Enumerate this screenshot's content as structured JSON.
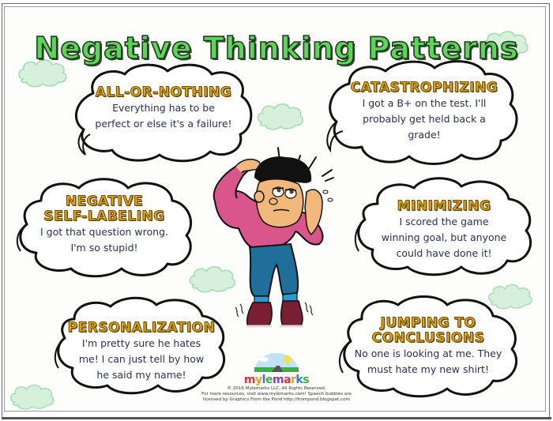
{
  "title": "Negative Thinking Patterns",
  "colors": {
    "title_fill": "#5fd35a",
    "heading_fill": "#e3a80c",
    "body_text": "#2a2f55",
    "deco_cloud_fill": "#d6f0dc",
    "deco_cloud_stroke": "#9fdcaf",
    "shirt": "#d9558c",
    "pants": "#1f6f9a"
  },
  "bubbles": [
    {
      "id": "all-or-nothing",
      "heading_lines": [
        "ALL-OR-NOTHING"
      ],
      "text_lines": [
        "Everything has to be",
        "perfect or else it's a failure!"
      ]
    },
    {
      "id": "catastrophizing",
      "heading_lines": [
        "CATASTROPHIZING"
      ],
      "text_lines": [
        "I got a B+ on the test. I'll",
        "probably get held back a",
        "grade!"
      ]
    },
    {
      "id": "negative-self-labeling",
      "heading_lines": [
        "NEGATIVE",
        "SELF-LABELING"
      ],
      "text_lines": [
        "I got that question wrong.",
        "I'm so stupid!"
      ]
    },
    {
      "id": "minimizing",
      "heading_lines": [
        "MINIMIZING"
      ],
      "text_lines": [
        "I scored the game",
        "winning goal, but anyone",
        "could have done it!"
      ]
    },
    {
      "id": "personalization",
      "heading_lines": [
        "PERSONALIZATION"
      ],
      "text_lines": [
        "I'm pretty sure he hates",
        "me! I can just tell by how",
        "he said my name!"
      ]
    },
    {
      "id": "jumping-to-conclusions",
      "heading_lines": [
        "JUMPING TO",
        "CONCLUSIONS"
      ],
      "text_lines": [
        "No one is looking at me. They",
        "must hate my new shirt!"
      ]
    }
  ],
  "footer": {
    "logo_letters": [
      {
        "ch": "m",
        "color": "#e5322d"
      },
      {
        "ch": "y",
        "color": "#f29a1f"
      },
      {
        "ch": "l",
        "color": "#2e7bd6"
      },
      {
        "ch": "e",
        "color": "#3cb043"
      },
      {
        "ch": "m",
        "color": "#8a3fb8"
      },
      {
        "ch": "a",
        "color": "#e5322d"
      },
      {
        "ch": "r",
        "color": "#f29a1f"
      },
      {
        "ch": "k",
        "color": "#2e7bd6"
      },
      {
        "ch": "s",
        "color": "#3cb043"
      }
    ],
    "logo_text": "mylemarks",
    "copyright_line1": "© 2016 Mylemarks LLC. All Rights Reserved.",
    "copyright_line2": "For more resources, visit www.mylemarks.com! Speech bubbles are",
    "copyright_line3": "licensed by Graphics From the Pond http://frompond.blogspot.com"
  }
}
